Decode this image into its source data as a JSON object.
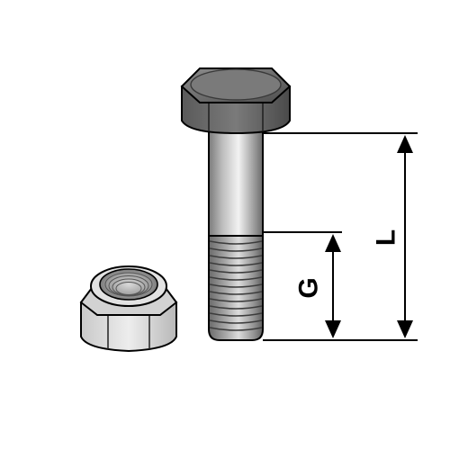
{
  "figure": {
    "dimensions": {
      "length_label": "L",
      "thread_label": "G"
    },
    "parts": {
      "bolt": "hex-head-bolt",
      "nut": "self-locking-hex-nut"
    },
    "colors": {
      "line": "#000000",
      "metal_light": "#e6e6e6",
      "metal_mid": "#b4b4b4",
      "metal_dark": "#6e6e6e",
      "head_dark": "#555555",
      "background": "#ffffff"
    }
  }
}
